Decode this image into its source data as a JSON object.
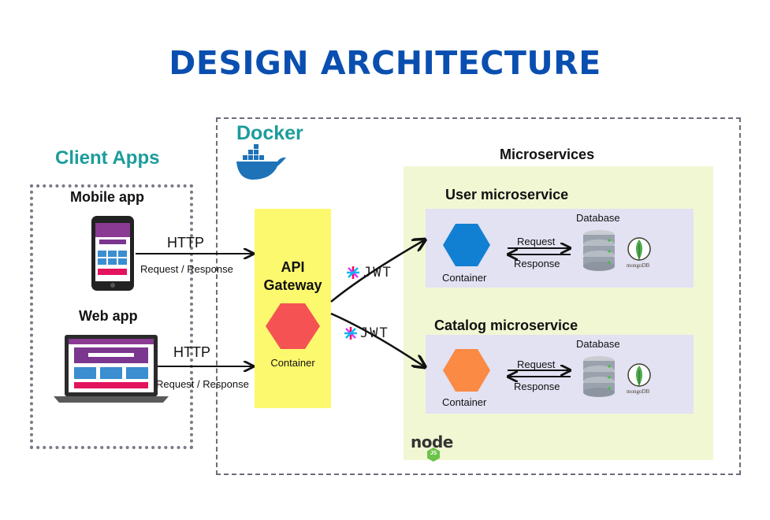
{
  "title": "DESIGN ARCHITECTURE",
  "docker": {
    "label": "Docker"
  },
  "client_apps": {
    "label": "Client Apps",
    "mobile": {
      "label": "Mobile app",
      "protocol": "HTTP",
      "flow": "Request / Response"
    },
    "web": {
      "label": "Web app",
      "protocol": "HTTP",
      "flow": "Request / Response"
    }
  },
  "gateway": {
    "label_line1": "API",
    "label_line2": "Gateway",
    "container_label": "Container"
  },
  "jwt": {
    "label": "JWT"
  },
  "microservices": {
    "label": "Microservices",
    "services": [
      {
        "name": "User microservice",
        "container_label": "Container",
        "database_label": "Database",
        "request_label": "Request",
        "response_label": "Response",
        "db_brand": "mongoDB",
        "color": "#1280d2"
      },
      {
        "name": "Catalog microservice",
        "container_label": "Container",
        "database_label": "Database",
        "request_label": "Request",
        "response_label": "Response",
        "db_brand": "mongoDB",
        "color": "#fb8a45"
      }
    ],
    "runtime_logo_text": "node",
    "runtime_logo_badge": "JS"
  },
  "colors": {
    "title": "#0a4fb0",
    "teal": "#1c9c9c",
    "gateway_bg": "#fdf96e",
    "gateway_hex": "#f55353",
    "micro_bg": "#f1f7d3",
    "service_bg": "#e2e2f3"
  }
}
